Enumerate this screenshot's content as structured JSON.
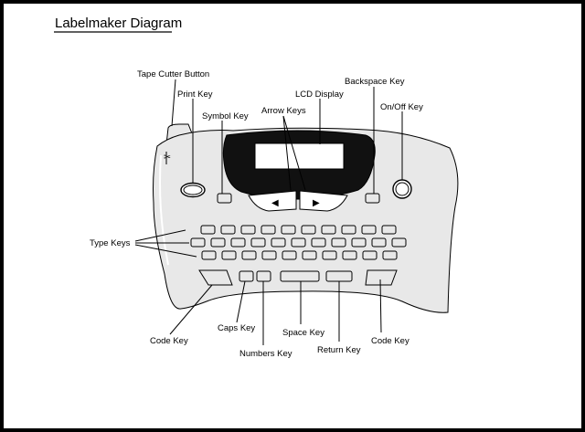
{
  "title": "Labelmaker Diagram",
  "labels": {
    "tape_cutter": "Tape Cutter Button",
    "print_key": "Print Key",
    "symbol_key": "Symbol Key",
    "arrow_keys": "Arrow Keys",
    "lcd_display": "LCD Display",
    "backspace_key": "Backspace Key",
    "on_off_key": "On/Off Key",
    "type_keys": "Type Keys",
    "code_key_left": "Code Key",
    "caps_key": "Caps Key",
    "numbers_key": "Numbers Key",
    "space_key": "Space Key",
    "return_key": "Return Key",
    "code_key_right": "Code Key"
  },
  "colors": {
    "frame": "#000000",
    "body_fill": "#e8e8e8",
    "lcd_bezel": "#111111",
    "lcd_screen": "#ffffff"
  },
  "icons": {
    "arrow_left": "◀",
    "arrow_right": "▶",
    "cutter": "scissors-icon"
  }
}
